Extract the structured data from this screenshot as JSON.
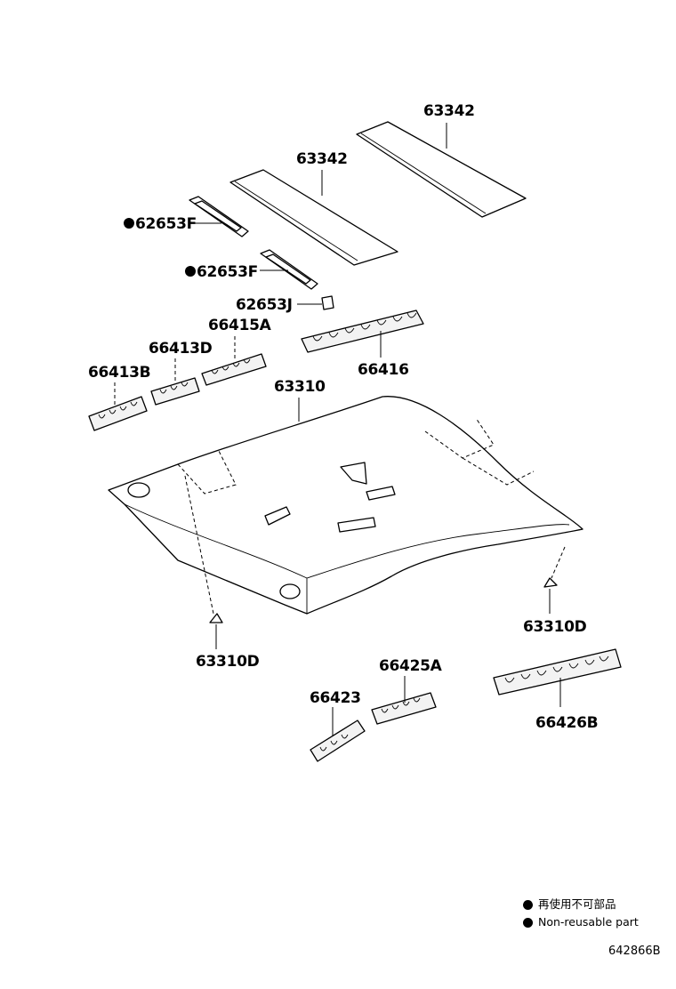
{
  "labels": {
    "roof_panel_rear": "63342",
    "roof_panel_front": "63342",
    "clip_f1": "62653F",
    "clip_f2": "62653F",
    "clip_j": "62653J",
    "pad_a": "66415A",
    "pad_416": "66416",
    "pad_d": "66413D",
    "pad_b": "66413B",
    "headliner": "63310",
    "clip_d_right": "63310D",
    "clip_d_left": "63310D",
    "pad_425a": "66425A",
    "pad_423": "66423",
    "pad_426b": "66426B"
  },
  "legend": {
    "line1": "再使用不可部品",
    "line2": "Non-reusable part"
  },
  "diagram_code": "642866B"
}
